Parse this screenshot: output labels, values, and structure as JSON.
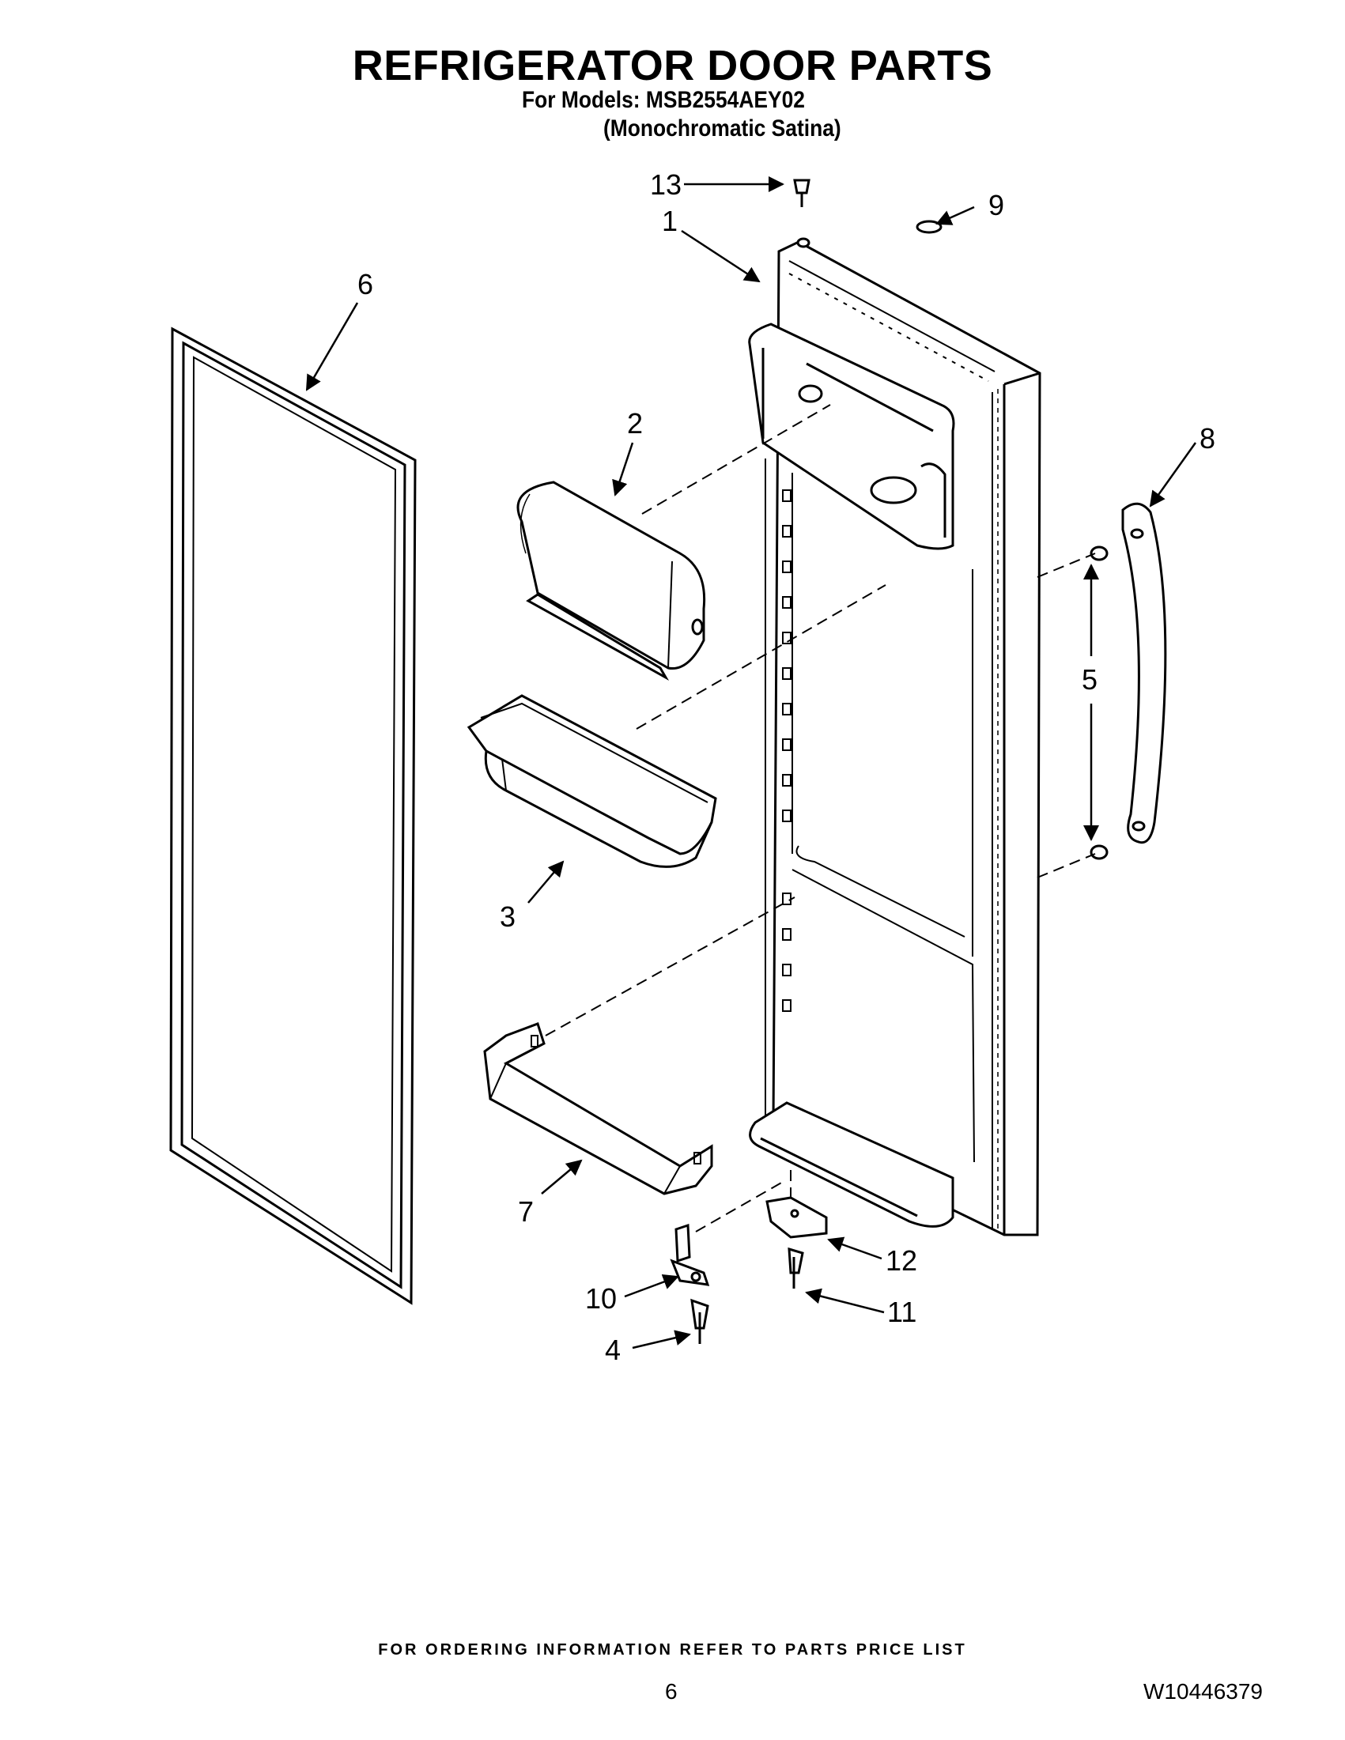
{
  "header": {
    "title": "REFRIGERATOR DOOR PARTS",
    "models_line": "For Models: MSB2554AEY02",
    "variant_line": "(Monochromatic Satina)"
  },
  "callouts": [
    "1",
    "2",
    "3",
    "4",
    "5",
    "6",
    "7",
    "8",
    "9",
    "10",
    "11",
    "12",
    "13"
  ],
  "footer": {
    "ordering_note": "FOR ORDERING INFORMATION REFER TO PARTS PRICE LIST",
    "page_number": "6",
    "document_number": "W10446379"
  }
}
